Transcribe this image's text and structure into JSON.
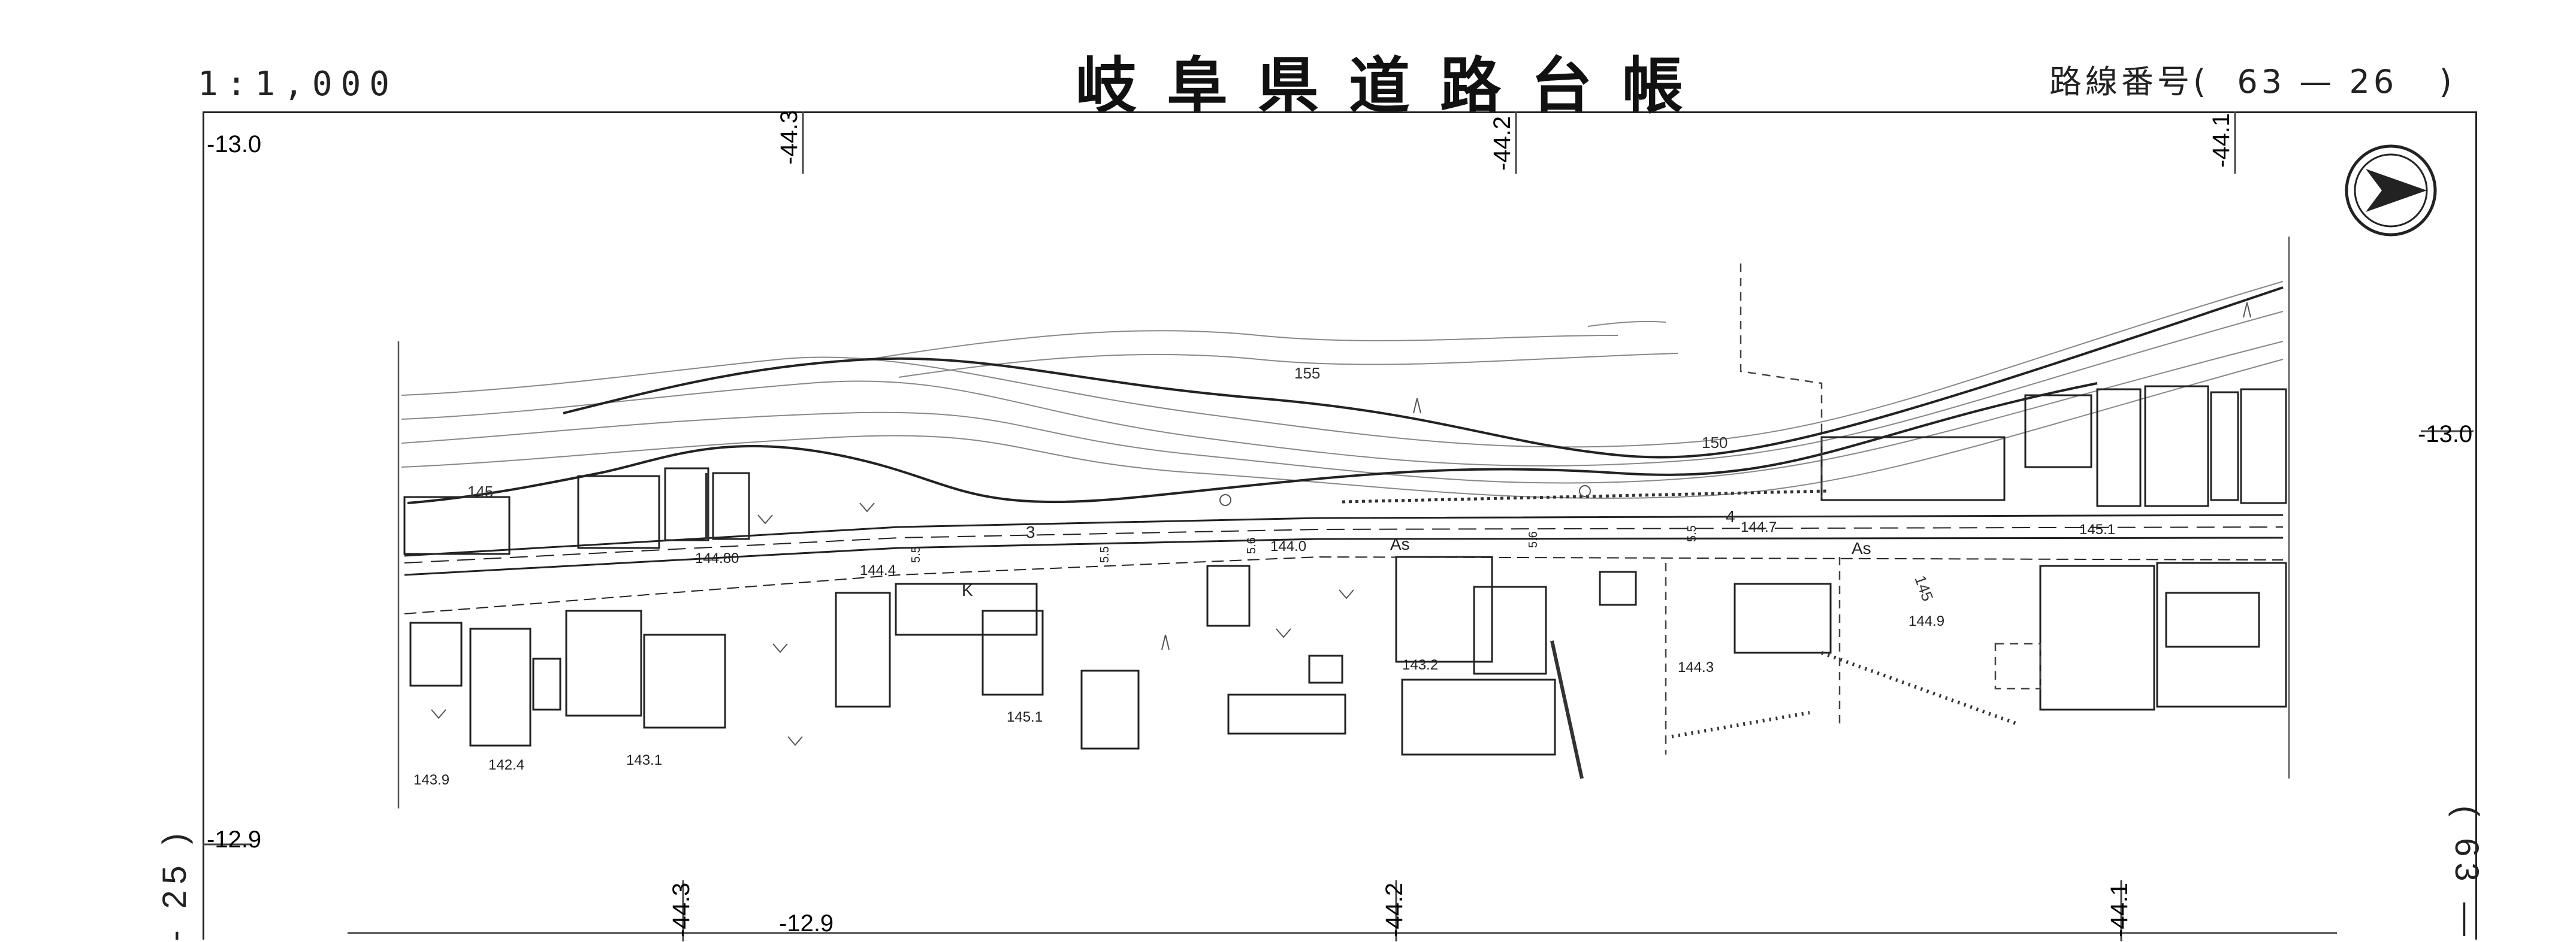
{
  "header": {
    "title": "岐阜県道路台帳",
    "scale": "1:1,000",
    "route_label": "路線番号",
    "route_open": "(",
    "route_number": "63 — 26",
    "route_close": ")"
  },
  "frame_ticks": {
    "top_left_corner": "-13.0",
    "top_1": "-44.3",
    "top_2": "-44.2",
    "top_3": "-44.1",
    "right_mid": "-13.0",
    "left_low": "-12.9",
    "bottom_1": "-44.3",
    "bottom_2": "-12.9",
    "bottom_3": "-44.2",
    "bottom_4": "-44.1"
  },
  "edge_labels": {
    "left_sheet": "- 25 )",
    "right_sheet": "( 63 —"
  },
  "contours": {
    "c155": "155",
    "c150": "150",
    "c145_left": "145",
    "c145_right": "145"
  },
  "elevations": {
    "e1": "144.80",
    "e2": "144.4",
    "e3": "144.0",
    "e4": "144.7",
    "e5": "145.1",
    "e6": "144.9",
    "e7": "143.2",
    "e8": "144.3",
    "e9": "145.1",
    "e10": "142.4",
    "e11": "143.1",
    "e12": "143.9"
  },
  "road_marks": {
    "as1": "As",
    "as2": "As",
    "w1": "5.5",
    "w2": "5.6",
    "w3": "5.6",
    "w4": "5.5",
    "w5": "5.5",
    "n3": "3",
    "n4": "4",
    "k": "K"
  },
  "north_arrow": "north-arrow"
}
